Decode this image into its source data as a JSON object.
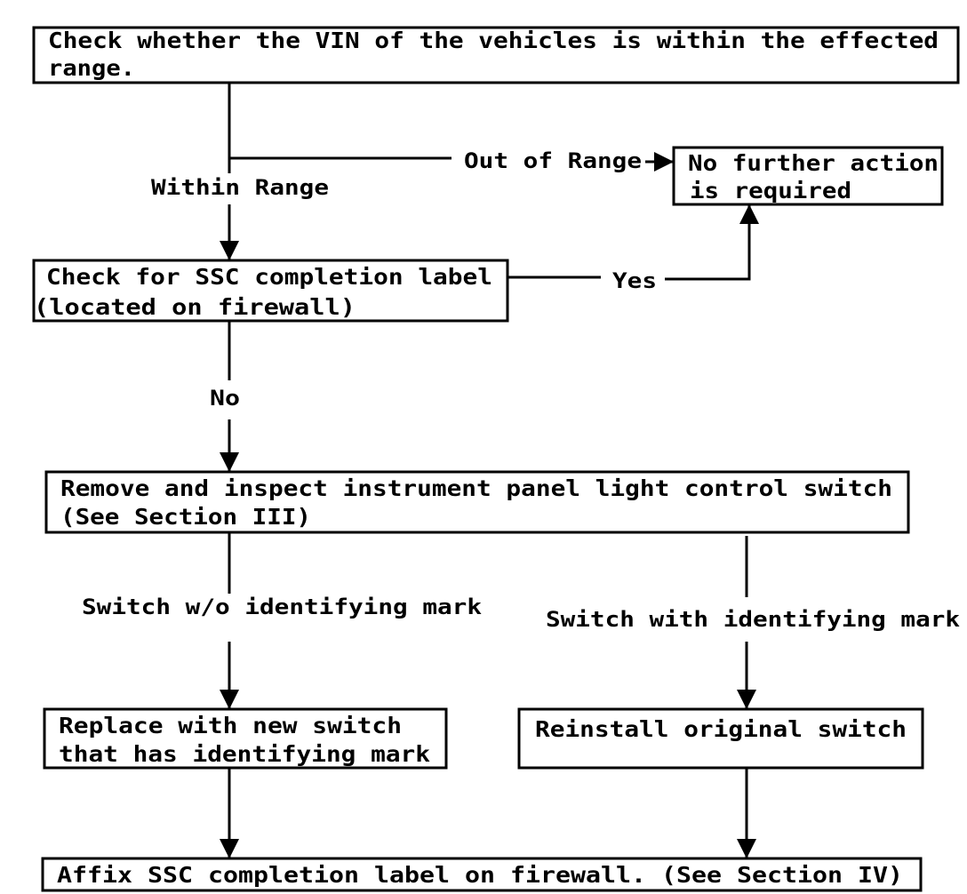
{
  "diagram": {
    "boxes": {
      "vin_check": {
        "lines": [
          "Check whether the VIN of the vehicles is within the effected",
          "range."
        ]
      },
      "no_action": {
        "lines": [
          "No further action",
          "is required"
        ]
      },
      "ssc_label_check": {
        "lines": [
          "Check for SSC completion label",
          "(located on firewall)"
        ]
      },
      "remove_inspect": {
        "lines": [
          "Remove and inspect instrument panel light control switch",
          "(See Section III)"
        ]
      },
      "replace_switch": {
        "lines": [
          "Replace with new switch",
          "that has identifying mark"
        ]
      },
      "reinstall_switch": {
        "lines": [
          "Reinstall original switch"
        ]
      },
      "affix_label": {
        "lines": [
          "Affix SSC completion label on firewall.  (See Section IV)"
        ]
      }
    },
    "edges": {
      "within_range": "Within Range",
      "out_of_range": "Out of Range",
      "yes": "Yes",
      "no": "No",
      "switch_without_mark": "Switch w/o identifying mark",
      "switch_with_mark": "Switch with identifying mark"
    }
  }
}
